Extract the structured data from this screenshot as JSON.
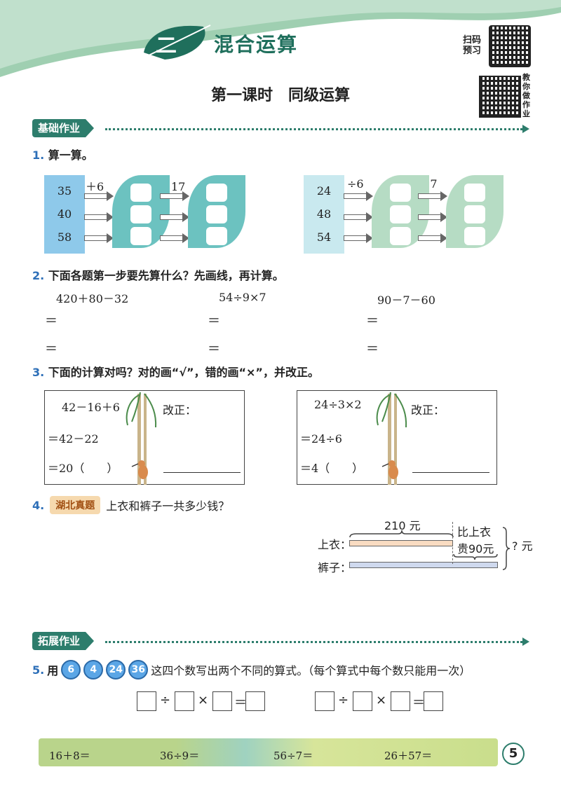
{
  "header": {
    "chapter_number": "二",
    "chapter_title": "混合运算",
    "lesson_title": "第一课时　同级运算",
    "scan_label": "扫码预习",
    "teach_label": "教你做作业"
  },
  "sections": {
    "basic": "基础作业",
    "extended": "拓展作业"
  },
  "q1": {
    "number": "1.",
    "title": "算一算。",
    "groupA": {
      "numbers": [
        "35",
        "40",
        "58"
      ],
      "op1": "＋6",
      "op2": "－17"
    },
    "groupB": {
      "numbers": [
        "24",
        "48",
        "54"
      ],
      "op1": "÷6",
      "op2": "×7"
    }
  },
  "q2": {
    "number": "2.",
    "title": "下面各题第一步要先算什么？先画线，再计算。",
    "exprs": [
      "420＋80－32",
      "54÷9×7",
      "90－7－60"
    ],
    "eq": "＝"
  },
  "q3": {
    "number": "3.",
    "title": "下面的计算对吗？对的画“√”，错的画“×”，并改正。",
    "left": {
      "line1": "42－16＋6",
      "line2": "＝42－22",
      "line3": "＝20（　　）",
      "fix": "改正："
    },
    "right": {
      "line1": "24÷3×2",
      "line2": "＝24÷6",
      "line3": "＝4（　　）",
      "fix": "改正："
    }
  },
  "q4": {
    "number": "4.",
    "tag": "湖北真题",
    "title": "上衣和裤子一共多少钱？",
    "shirt_price": "210 元",
    "more_label_1": "比上衣",
    "more_label_2": "贵90元",
    "shirt": "上衣：",
    "pants": "裤子：",
    "total": "? 元"
  },
  "q5": {
    "number": "5.",
    "prefix": "用",
    "numbers": [
      "6",
      "4",
      "24",
      "36"
    ],
    "suffix": "这四个数写出两个不同的算式。（每个算式中每个数只能用一次）",
    "ops": [
      "÷",
      "×",
      "＝"
    ]
  },
  "footer": {
    "exprs": [
      "16＋8＝",
      "36÷9＝",
      "56÷7＝",
      "26＋57＝"
    ],
    "page": "5"
  }
}
